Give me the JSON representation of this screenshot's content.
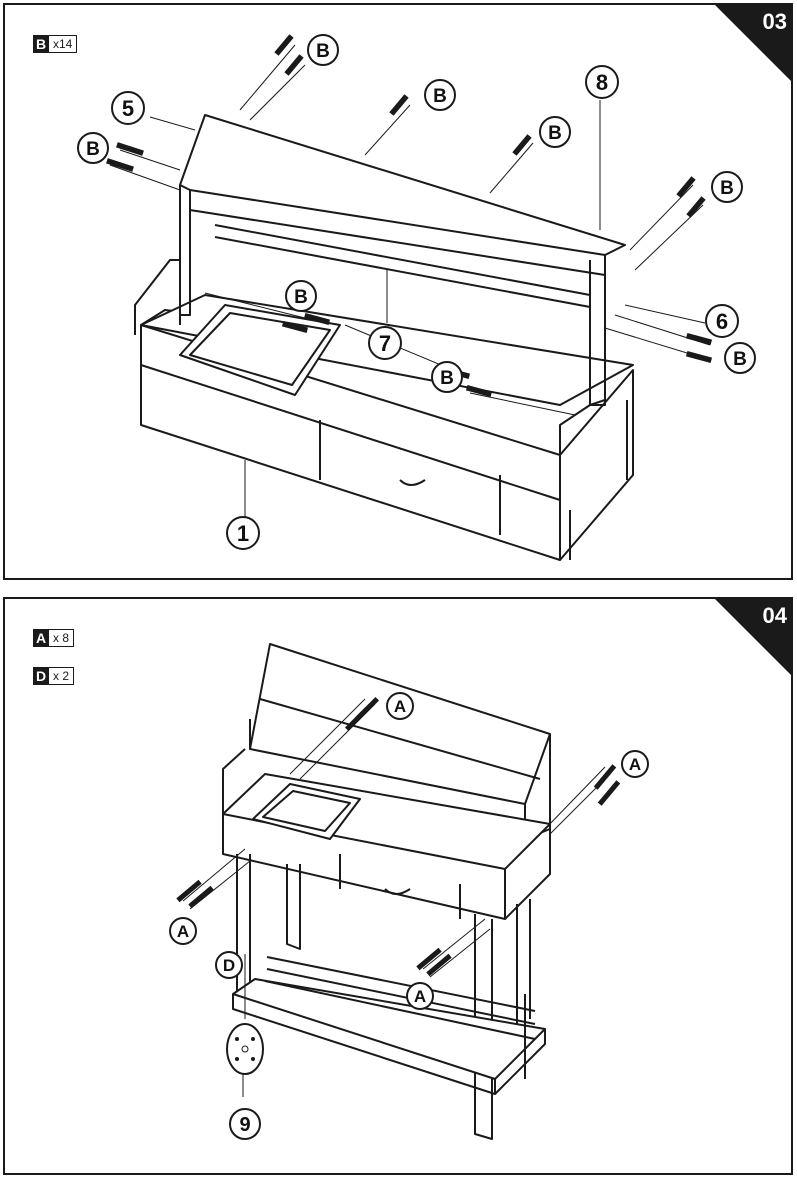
{
  "step_03": {
    "number": "03",
    "hardware": [
      {
        "letter": "B",
        "qty": "x14"
      }
    ],
    "callouts": {
      "part_5": "5",
      "part_8": "8",
      "part_6": "6",
      "part_7": "7",
      "part_1": "1",
      "screw_b": "B"
    }
  },
  "step_04": {
    "number": "04",
    "hardware": [
      {
        "letter": "A",
        "qty": "x 8"
      },
      {
        "letter": "D",
        "qty": "x 2"
      }
    ],
    "callouts": {
      "part_9": "9",
      "screw_a": "A",
      "screw_d": "D"
    }
  },
  "colors": {
    "line": "#1a1a1a",
    "background": "#ffffff"
  }
}
